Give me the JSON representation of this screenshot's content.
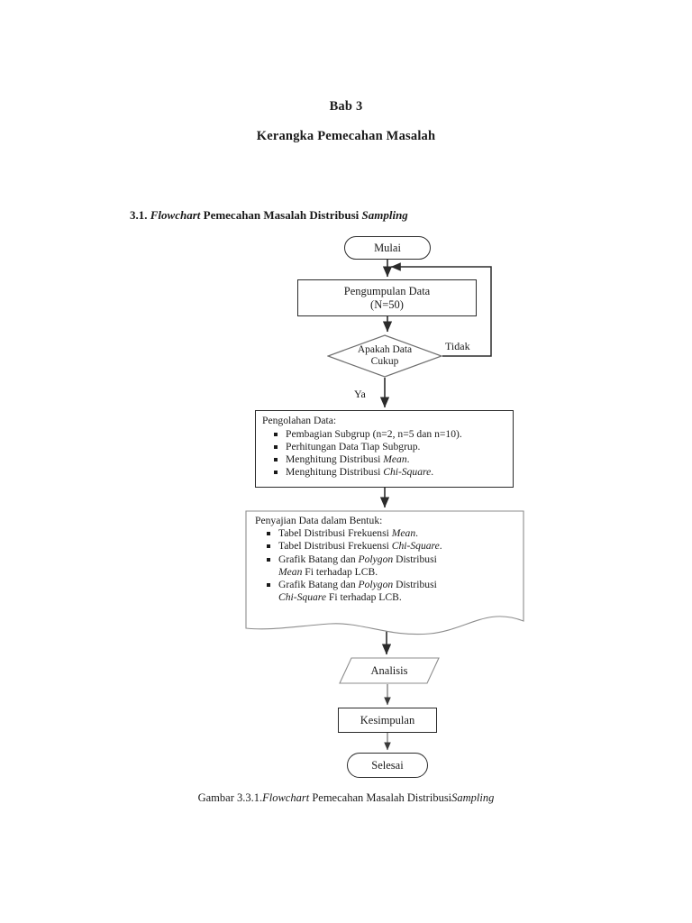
{
  "document": {
    "chapter_heading": "Bab 3",
    "chapter_title": "Kerangka Pemecahan Masalah",
    "section": {
      "number": "3.1.",
      "word_italic_1": "Flowchart",
      "text_mid": " Pemecahan Masalah Distribusi ",
      "word_italic_2": "Sampling"
    },
    "caption": {
      "prefix": "Gambar 3.3.1.",
      "italic_1": "Flowchart",
      "mid": " Pemecahan Masalah Distribusi",
      "italic_2": "Sampling"
    }
  },
  "flowchart": {
    "nodes": {
      "start": {
        "label": "Mulai",
        "shape": "terminal"
      },
      "data_collection": {
        "line1": "Pengumpulan Data",
        "line2": "(N=50)",
        "shape": "process"
      },
      "decision": {
        "line1": "Apakah Data",
        "line2": "Cukup",
        "shape": "decision"
      },
      "processing": {
        "title": "Pengolahan Data:",
        "shape": "process-list",
        "items": [
          {
            "text_before": "Pembagian Subgrup (n=2, n=5 dan n=10).",
            "italic": "",
            "text_after": ""
          },
          {
            "text_before": "Perhitungan Data Tiap Subgrup.",
            "italic": "",
            "text_after": ""
          },
          {
            "text_before": "Menghitung Distribusi ",
            "italic": "Mean",
            "text_after": "."
          },
          {
            "text_before": "Menghitung Distribusi ",
            "italic": "Chi-Square",
            "text_after": "."
          }
        ]
      },
      "presentation": {
        "title": "Penyajian Data dalam Bentuk:",
        "shape": "document",
        "items": [
          {
            "text_before": "Tabel Distribusi Frekuensi ",
            "italic": "Mean",
            "text_after": "."
          },
          {
            "text_before": "Tabel Distribusi Frekuensi ",
            "italic": "Chi-Square",
            "text_after": "."
          },
          {
            "text_before": "Grafik Batang dan ",
            "italic": "Polygon",
            "text_after": " Distribusi",
            "line2_italic": "Mean",
            "line2_after": " Fi terhadap LCB."
          },
          {
            "text_before": "Grafik Batang dan ",
            "italic": "Polygon",
            "text_after": " Distribusi",
            "line2_italic": "Chi-Square",
            "line2_after": " Fi terhadap LCB."
          }
        ]
      },
      "analysis": {
        "label": "Analisis",
        "shape": "parallelogram"
      },
      "conclusion": {
        "label": "Kesimpulan",
        "shape": "process"
      },
      "end": {
        "label": "Selesai",
        "shape": "terminal"
      }
    },
    "edge_labels": {
      "no": "Tidak",
      "yes": "Ya"
    },
    "colors": {
      "stroke": "#2b2b2b",
      "light_stroke": "#9a9a9a",
      "text": "#1a1a1a",
      "background": "#ffffff"
    }
  }
}
